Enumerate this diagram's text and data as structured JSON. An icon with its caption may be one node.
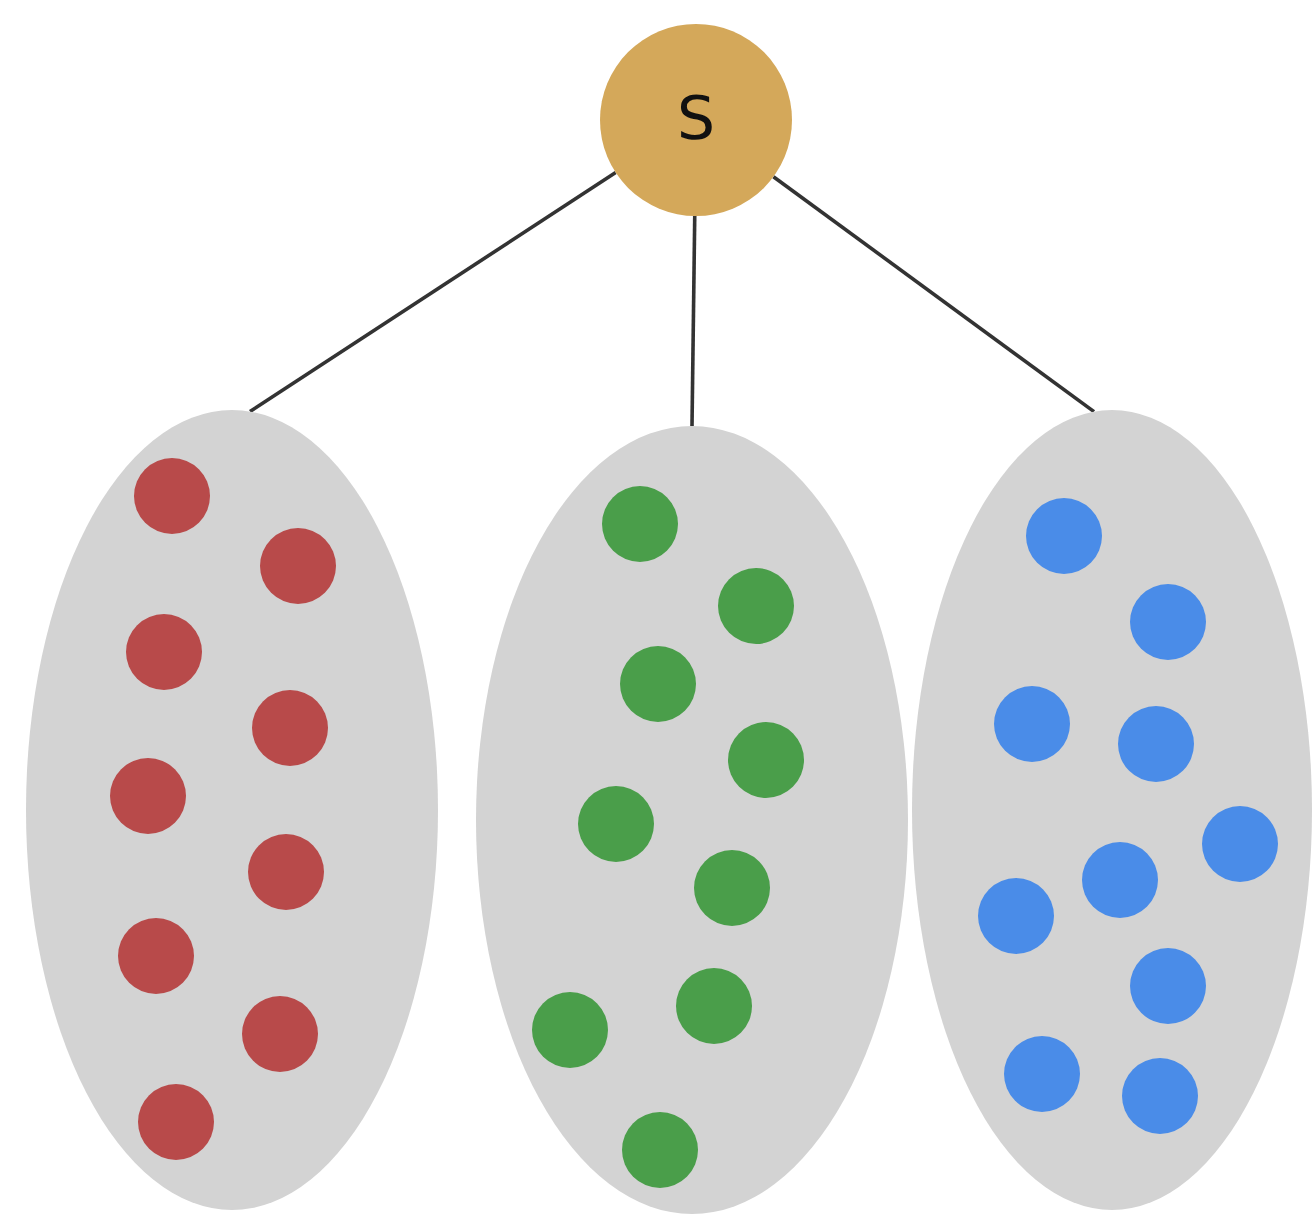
{
  "diagram": {
    "nodes": [
      {
        "text": [
          "S"
        ]
      },
      {
        "text": [],
        "shape": "ellipse"
      },
      {
        "text": [],
        "shape": "ellipse"
      },
      {
        "text": [],
        "shape": "ellipse"
      }
    ],
    "edges": [
      {
        "from": 0,
        "to": 1,
        "arrow": "none"
      },
      {
        "from": 0,
        "to": 2,
        "arrow": "none"
      },
      {
        "from": 0,
        "to": 3,
        "arrow": "none"
      }
    ]
  }
}
